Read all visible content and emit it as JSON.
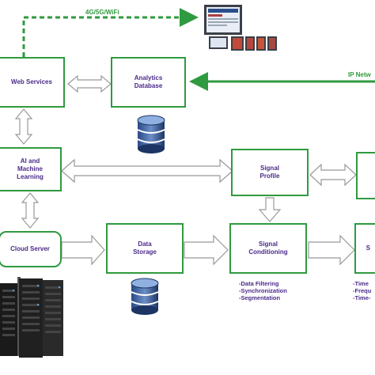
{
  "network_labels": {
    "wireless": "4G/5G/WiFi",
    "ip_network": "IP Netw"
  },
  "boxes": {
    "web_services": "Web Services",
    "analytics_db": "Analytics\nDatabase",
    "ai_ml": "AI and\nMachine\nLearning",
    "signal_profile": "Signal\nProfile",
    "cloud_server": "Cloud Server",
    "data_storage": "Data\nStorage",
    "signal_conditioning": "Signal\nConditioning",
    "partial_right_bottom": "S"
  },
  "conditioning_steps": [
    "-Data Filtering",
    "-Synchronization",
    "-Segmentation"
  ],
  "right_steps": [
    "-Time",
    "-Frequ",
    "-Time-"
  ],
  "colors": {
    "green": "#2f9a3f",
    "purple": "#4a2a8a",
    "db_navy": "#1f3b6e"
  }
}
